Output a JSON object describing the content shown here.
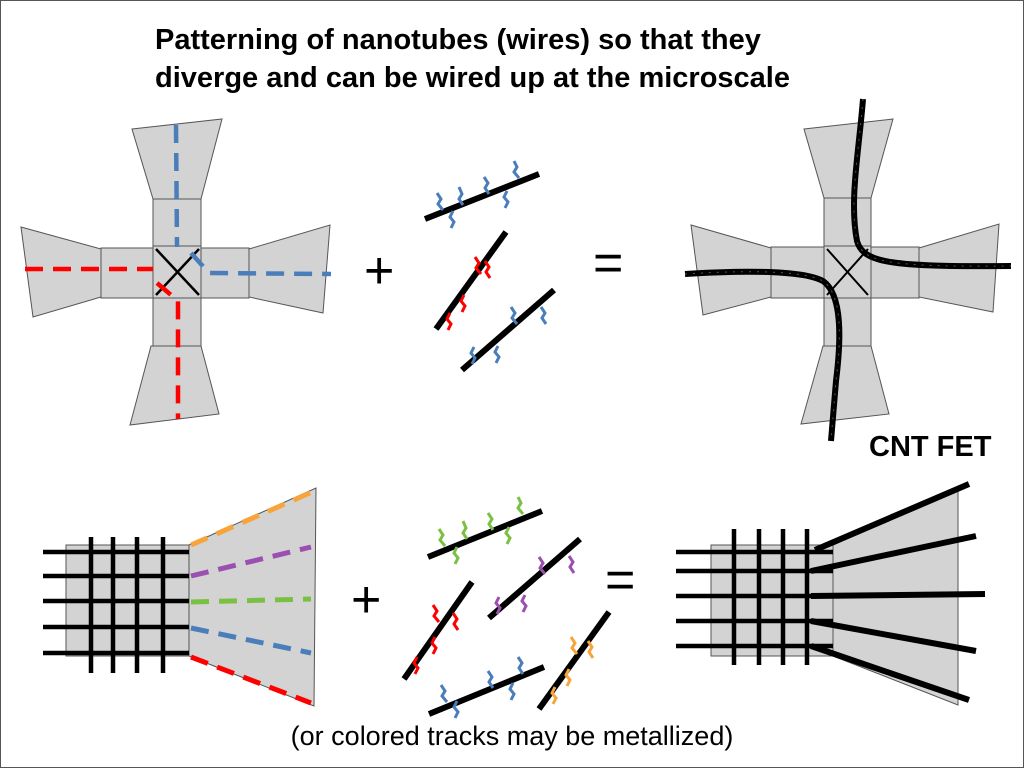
{
  "slide": {
    "title_line1": "Patterning of nanotubes (wires) so that they",
    "title_line2": "diverge  and can be wired up at  the microscale",
    "cnt_label": "CNT FET",
    "caption": "(or colored tracks may be metallized)",
    "plus_symbol": "+",
    "equals_symbol": "="
  },
  "colors": {
    "pad_fill": "#d3d3d3",
    "outline": "#555555",
    "wire": "#000000",
    "red": "#ff0000",
    "blue": "#4a7ebb",
    "green": "#7ac143",
    "purple": "#9b4fb0",
    "orange": "#f7a43b"
  },
  "top_row": {
    "left": "cross-electrode pattern with dashed colored guide tracks (red, blue)",
    "middle": "short nanotubes functionalized at ends with colored DNA-like tags",
    "right": "nanotubes self-assembled along tracks forming crossed junction"
  },
  "bottom_row": {
    "left": "grid of wires fanning out via dashed tracks (orange, purple, green, blue, red)",
    "middle": "tagged nanotubes (green, purple, red, blue, orange)",
    "right": "grid wires diverging to microscale contacts"
  }
}
